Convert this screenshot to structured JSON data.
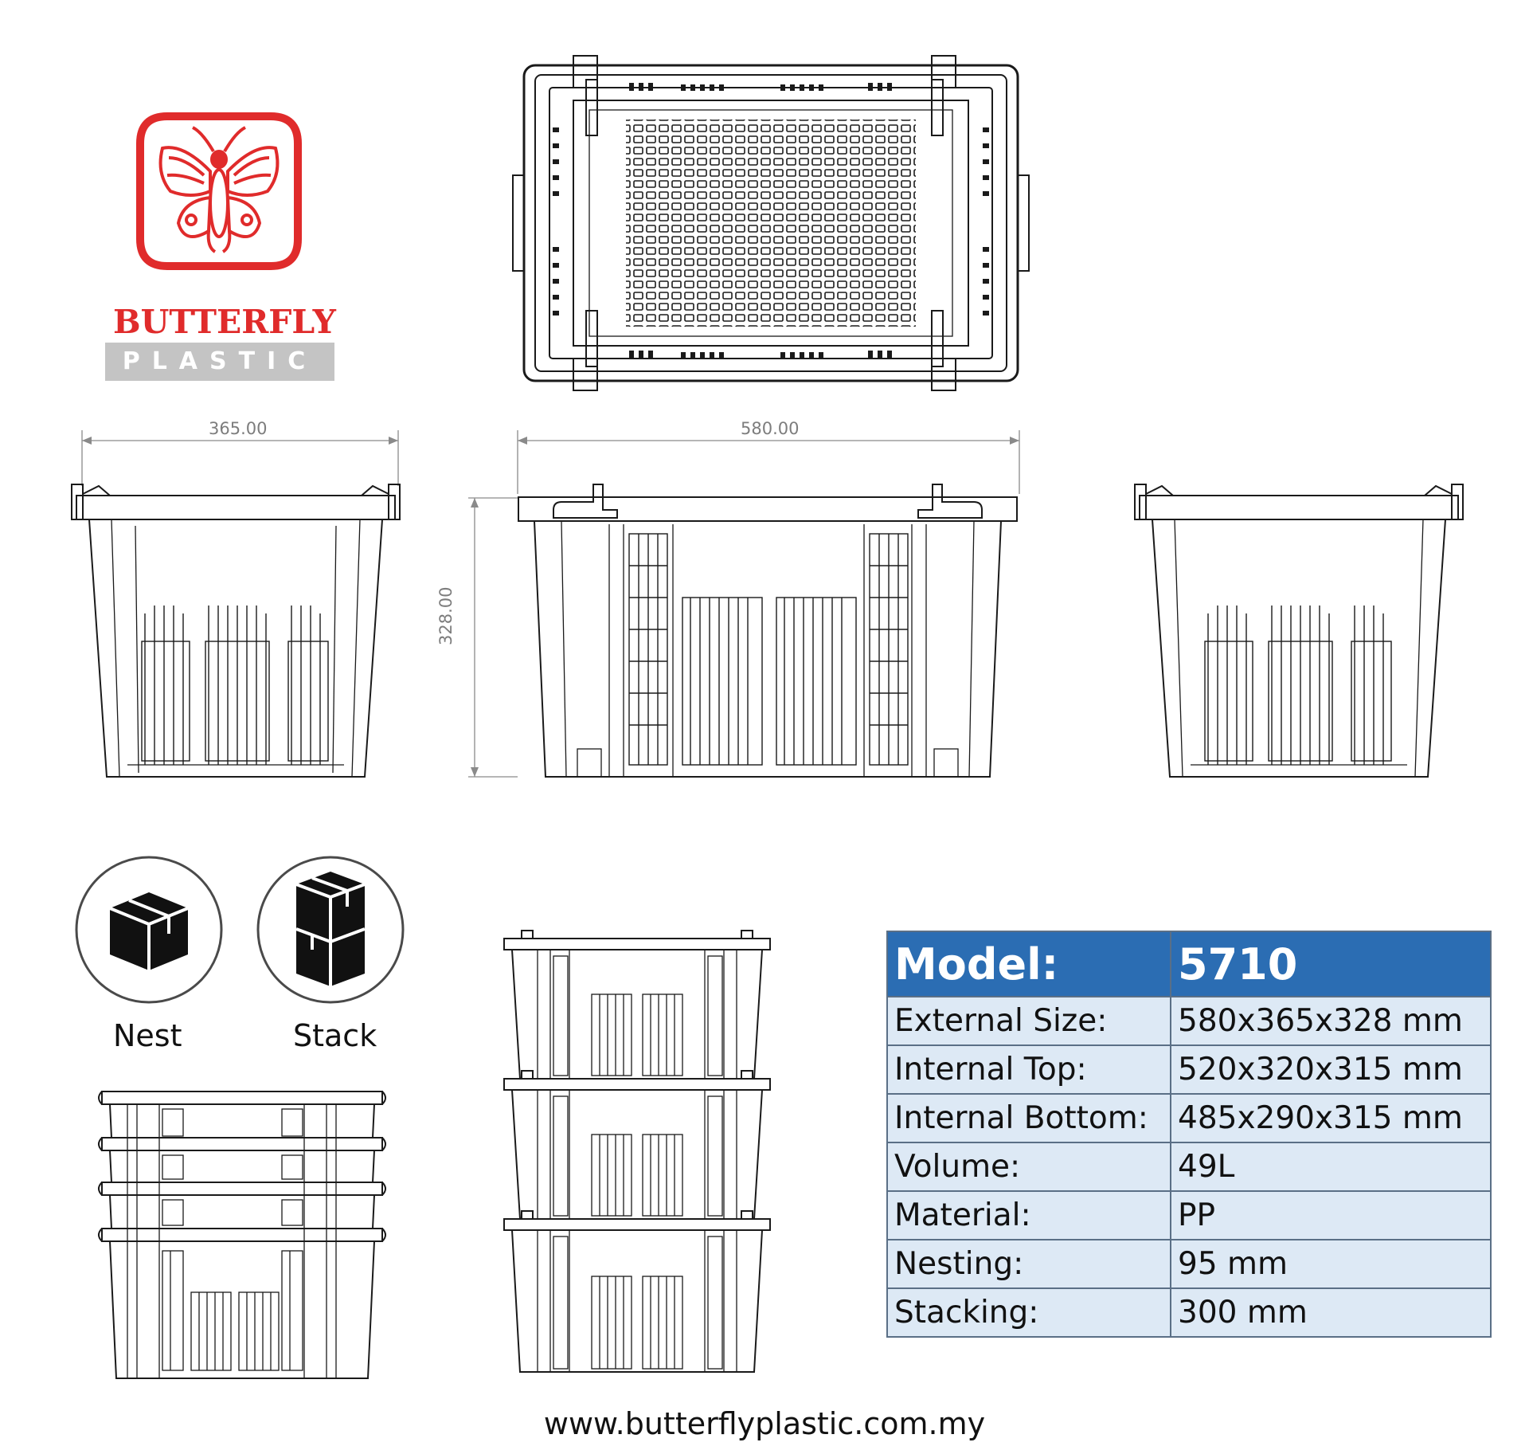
{
  "brand": {
    "name": "BUTTERFLY",
    "subtitle": "PLASTIC",
    "logo_color": "#e02b2b",
    "logo_icon": "butterfly-logo-icon"
  },
  "dimensions": {
    "side_width": "365.00",
    "front_length": "580.00",
    "height": "328.00"
  },
  "icons": {
    "nest_label": "Nest",
    "stack_label": "Stack"
  },
  "spec": {
    "header_key": "Model:",
    "header_value": "5710",
    "header_color": "#2b6db3",
    "row_color": "#dde9f5",
    "rows": [
      {
        "key": "External Size:",
        "value": "580x365x328 mm"
      },
      {
        "key": "Internal Top:",
        "value": "520x320x315 mm"
      },
      {
        "key": "Internal Bottom:",
        "value": "485x290x315 mm"
      },
      {
        "key": "Volume:",
        "value": "49L"
      },
      {
        "key": "Material:",
        "value": "PP"
      },
      {
        "key": "Nesting:",
        "value": "95 mm"
      },
      {
        "key": "Stacking:",
        "value": "300 mm"
      }
    ]
  },
  "website": "www.butterflyplastic.com.my"
}
